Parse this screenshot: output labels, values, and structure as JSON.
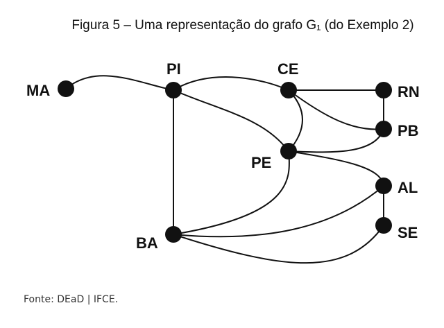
{
  "figure": {
    "caption": "Figura 5 – Uma representação do grafo G₁ (do Exemplo 2)",
    "source": "Fonte: DEaD | IFCE."
  },
  "graph": {
    "nodes": [
      {
        "id": "MA",
        "label": "MA"
      },
      {
        "id": "PI",
        "label": "PI"
      },
      {
        "id": "CE",
        "label": "CE"
      },
      {
        "id": "RN",
        "label": "RN"
      },
      {
        "id": "PB",
        "label": "PB"
      },
      {
        "id": "PE",
        "label": "PE"
      },
      {
        "id": "AL",
        "label": "AL"
      },
      {
        "id": "SE",
        "label": "SE"
      },
      {
        "id": "BA",
        "label": "BA"
      }
    ],
    "edges": [
      [
        "MA",
        "PI"
      ],
      [
        "PI",
        "CE"
      ],
      [
        "PI",
        "PE"
      ],
      [
        "PI",
        "BA"
      ],
      [
        "CE",
        "RN"
      ],
      [
        "CE",
        "PE"
      ],
      [
        "CE",
        "PB"
      ],
      [
        "RN",
        "PB"
      ],
      [
        "PE",
        "PB"
      ],
      [
        "PE",
        "AL"
      ],
      [
        "PE",
        "BA"
      ],
      [
        "AL",
        "SE"
      ],
      [
        "AL",
        "BA"
      ],
      [
        "SE",
        "BA"
      ]
    ]
  }
}
